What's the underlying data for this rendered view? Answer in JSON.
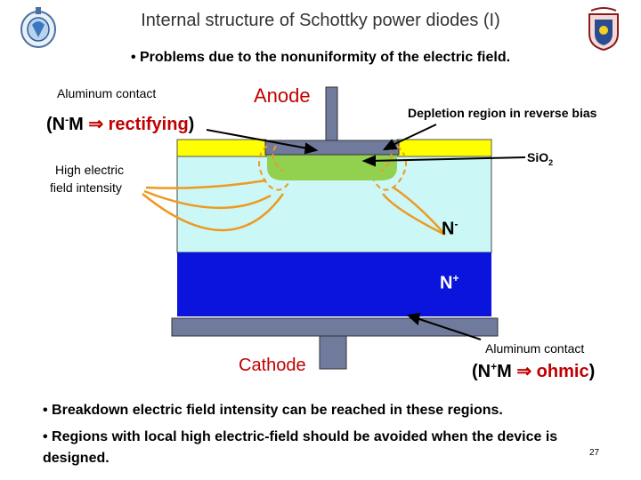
{
  "slide": {
    "title": "Internal structure of Schottky power diodes (I)",
    "subtitle": "• Problems due to the nonuniformity of the electric field.",
    "page_number": "27"
  },
  "labels": {
    "aluminum_contact_top": "Aluminum contact",
    "rectifying_open": "(N",
    "rectifying_sup": "-",
    "rectifying_m": "M ",
    "rectifying_arrow": "⇒",
    "rectifying_word": " rectifying",
    "rectifying_close": ")",
    "anode": "Anode",
    "depletion": "Depletion region in reverse bias",
    "sio2_main": "Si",
    "sio2_o": "O",
    "sio2_sub": "2",
    "high_field_line1": "High electric",
    "high_field_line2": "field intensity",
    "n_minus_main": "N",
    "n_minus_sup": "-",
    "n_plus_main": "N",
    "n_plus_sup": "+",
    "cathode": "Cathode",
    "aluminum_contact_bottom": "Aluminum contact",
    "ohmic_open": "(N",
    "ohmic_sup": "+",
    "ohmic_m": "M ",
    "ohmic_arrow": "⇒",
    "ohmic_word": " ohmic",
    "ohmic_close": ")"
  },
  "bullets": {
    "b1": "• Breakdown electric field intensity can be reached in these regions.",
    "b2": "• Regions with local high electric-field should be avoided when the device is",
    "b2_cont": "designed."
  },
  "colors": {
    "n_minus_region": "#ccf7f7",
    "n_plus_region": "#0a14dc",
    "metal": "#6f7a9d",
    "oxide": "#ffff00",
    "depletion": "#92d050",
    "field_lines": "#ed9a1f",
    "rectifying_text": "#c00000"
  },
  "icons": {
    "left_logo": "university-seal-icon",
    "right_logo": "coat-of-arms-icon"
  }
}
